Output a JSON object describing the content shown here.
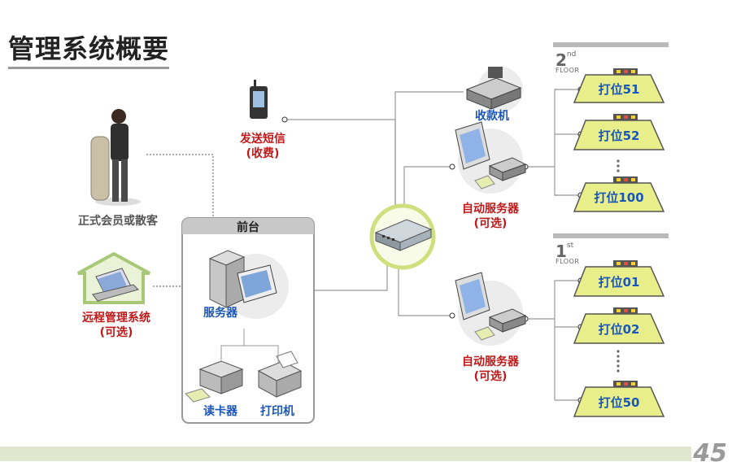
{
  "title": "管理系统概要",
  "page_number": "45",
  "nodes": {
    "customer": "正式会员或散客",
    "remote_line1": "远程管理系统",
    "remote_line2": "(可选)",
    "sms_line1": "发送短信",
    "sms_line2": "(收费)",
    "front_desk": "前台",
    "server": "服务器",
    "card_reader": "读卡器",
    "printer": "打印机",
    "cash_register": "收款机",
    "kiosk_top_line1": "自动服务器",
    "kiosk_top_line2": "(可选)",
    "kiosk_bottom_line1": "自动服务器",
    "kiosk_bottom_line2": "(可选)"
  },
  "floors": {
    "second": {
      "num": "2",
      "suffix": "nd",
      "word": "FLOOR",
      "bays": [
        "打位51",
        "打位52",
        "打位100"
      ]
    },
    "first": {
      "num": "1",
      "suffix": "st",
      "word": "FLOOR",
      "bays": [
        "打位01",
        "打位02",
        "打位50"
      ]
    }
  },
  "colors": {
    "red_label": "#c01818",
    "blue_label": "#1a56b8",
    "bay_fill": "#e8ef8a",
    "switch_ring": "#cfe07a"
  }
}
